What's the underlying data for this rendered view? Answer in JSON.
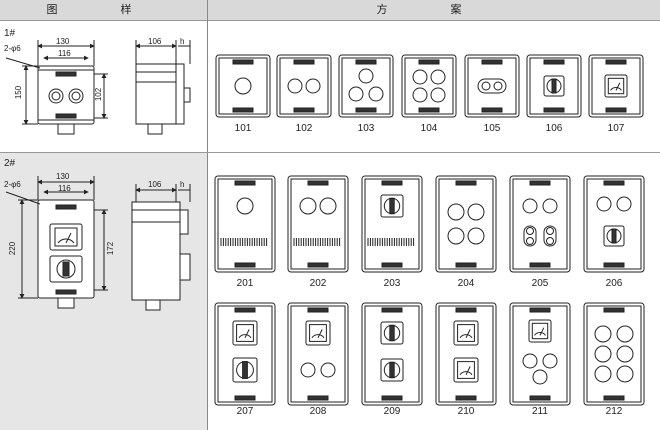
{
  "header": {
    "left": "图 样",
    "right": "方 案"
  },
  "groups": [
    {
      "label": "1#",
      "dims": {
        "width_outer": "130",
        "width_inner": "116",
        "height_outer": "150",
        "height_inner": "102",
        "depth": "106",
        "h": "h",
        "holes": "2-φ6"
      },
      "panels": [
        {
          "id": "101",
          "items": "1 button"
        },
        {
          "id": "102",
          "items": "2 buttons"
        },
        {
          "id": "103",
          "items": "3 buttons"
        },
        {
          "id": "104",
          "items": "4 buttons"
        },
        {
          "id": "105",
          "items": "2 lamps"
        },
        {
          "id": "106",
          "items": "selector switch"
        },
        {
          "id": "107",
          "items": "meter"
        }
      ]
    },
    {
      "label": "2#",
      "dims": {
        "width_outer": "130",
        "width_inner": "116",
        "height_outer": "220",
        "height_inner": "172",
        "depth": "106",
        "h": "h",
        "holes": "2-φ6"
      },
      "panels": [
        {
          "id": "201"
        },
        {
          "id": "202"
        },
        {
          "id": "203"
        },
        {
          "id": "204"
        },
        {
          "id": "205"
        },
        {
          "id": "206"
        },
        {
          "id": "207"
        },
        {
          "id": "208"
        },
        {
          "id": "209"
        },
        {
          "id": "210"
        },
        {
          "id": "211"
        },
        {
          "id": "212"
        }
      ]
    }
  ]
}
